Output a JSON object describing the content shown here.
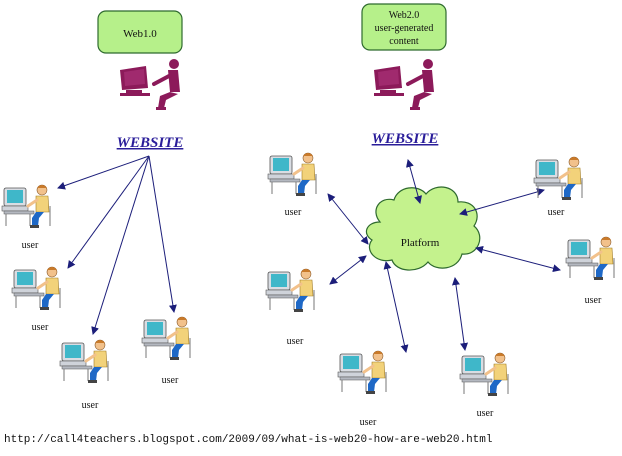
{
  "web1": {
    "box_label": "Web1.0",
    "site_label": "WEBSITE"
  },
  "web2": {
    "box_label_line1": "Web2.0",
    "box_label_line2": "user-generated",
    "box_label_line3": "content",
    "site_label": "WEBSITE",
    "platform_label": "Platform"
  },
  "users": {
    "label": "user"
  },
  "source_url": "http://call4teachers.blogspot.com/2009/09/what-is-web20-how-are-web20.html",
  "colors": {
    "box_fill": "#b6f08a",
    "box_stroke": "#2e6a2e",
    "arrow": "#1c1e7a",
    "website_text": "#2a1d9a",
    "platform_fill": "#c4f28d",
    "person": "#8c1a5a"
  }
}
